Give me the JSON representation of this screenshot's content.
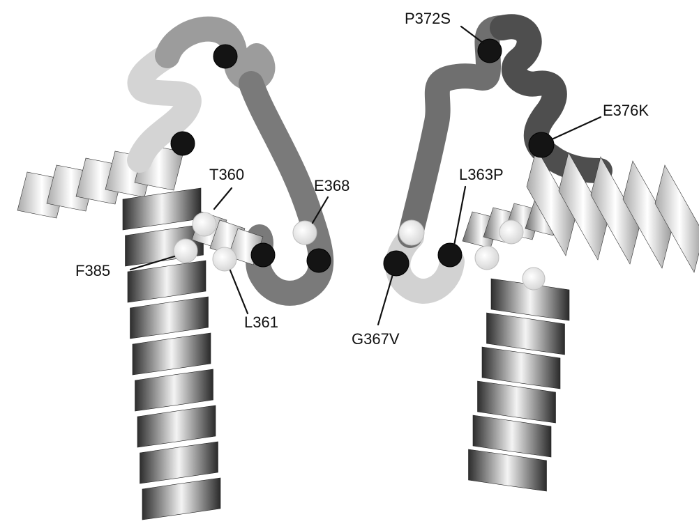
{
  "figure": {
    "labels": {
      "t360": "T360",
      "e368": "E368",
      "f385": "F385",
      "l361": "L361",
      "p372s": "P372S",
      "e376k": "E376K",
      "l363p": "L363P",
      "g367v": "G367V"
    },
    "colors": {
      "background": "#ffffff",
      "loop_dark": "#4a4a4a",
      "loop_mid": "#777777",
      "loop_light": "#d6d6d6",
      "mutation_marker": "#141414",
      "residue_marker": "#eeeeee",
      "label_text": "#111111"
    }
  }
}
